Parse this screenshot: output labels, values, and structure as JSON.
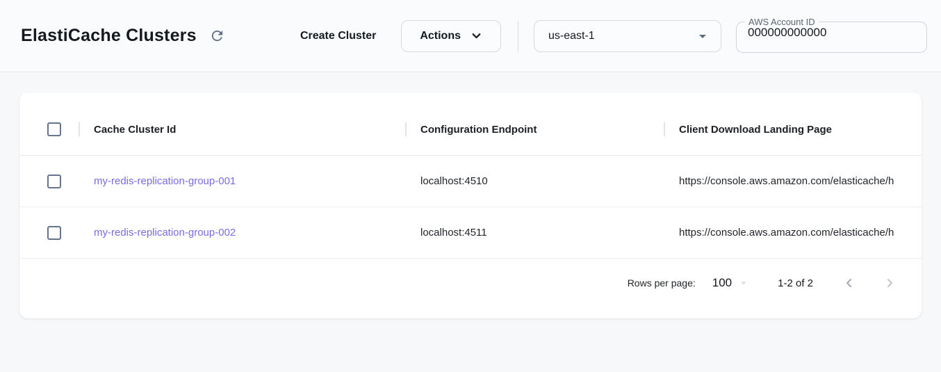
{
  "header": {
    "title": "ElastiCache Clusters",
    "create_cluster_label": "Create Cluster",
    "actions_label": "Actions",
    "region": {
      "selected": "us-east-1"
    },
    "account": {
      "label": "AWS Account ID",
      "value": "000000000000"
    }
  },
  "table": {
    "columns": [
      "Cache Cluster Id",
      "Configuration Endpoint",
      "Client Download Landing Page"
    ],
    "rows": [
      {
        "cache_cluster_id": "my-redis-replication-group-001",
        "configuration_endpoint": "localhost:4510",
        "client_download_landing_page": "https://console.aws.amazon.com/elasticache/h"
      },
      {
        "cache_cluster_id": "my-redis-replication-group-002",
        "configuration_endpoint": "localhost:4511",
        "client_download_landing_page": "https://console.aws.amazon.com/elasticache/h"
      }
    ],
    "pagination": {
      "rows_per_page_label": "Rows per page:",
      "rows_per_page_value": "100",
      "range_label": "1-2 of 2"
    }
  },
  "colors": {
    "link": "#7a6be0",
    "icon_slate": "#64748b"
  }
}
